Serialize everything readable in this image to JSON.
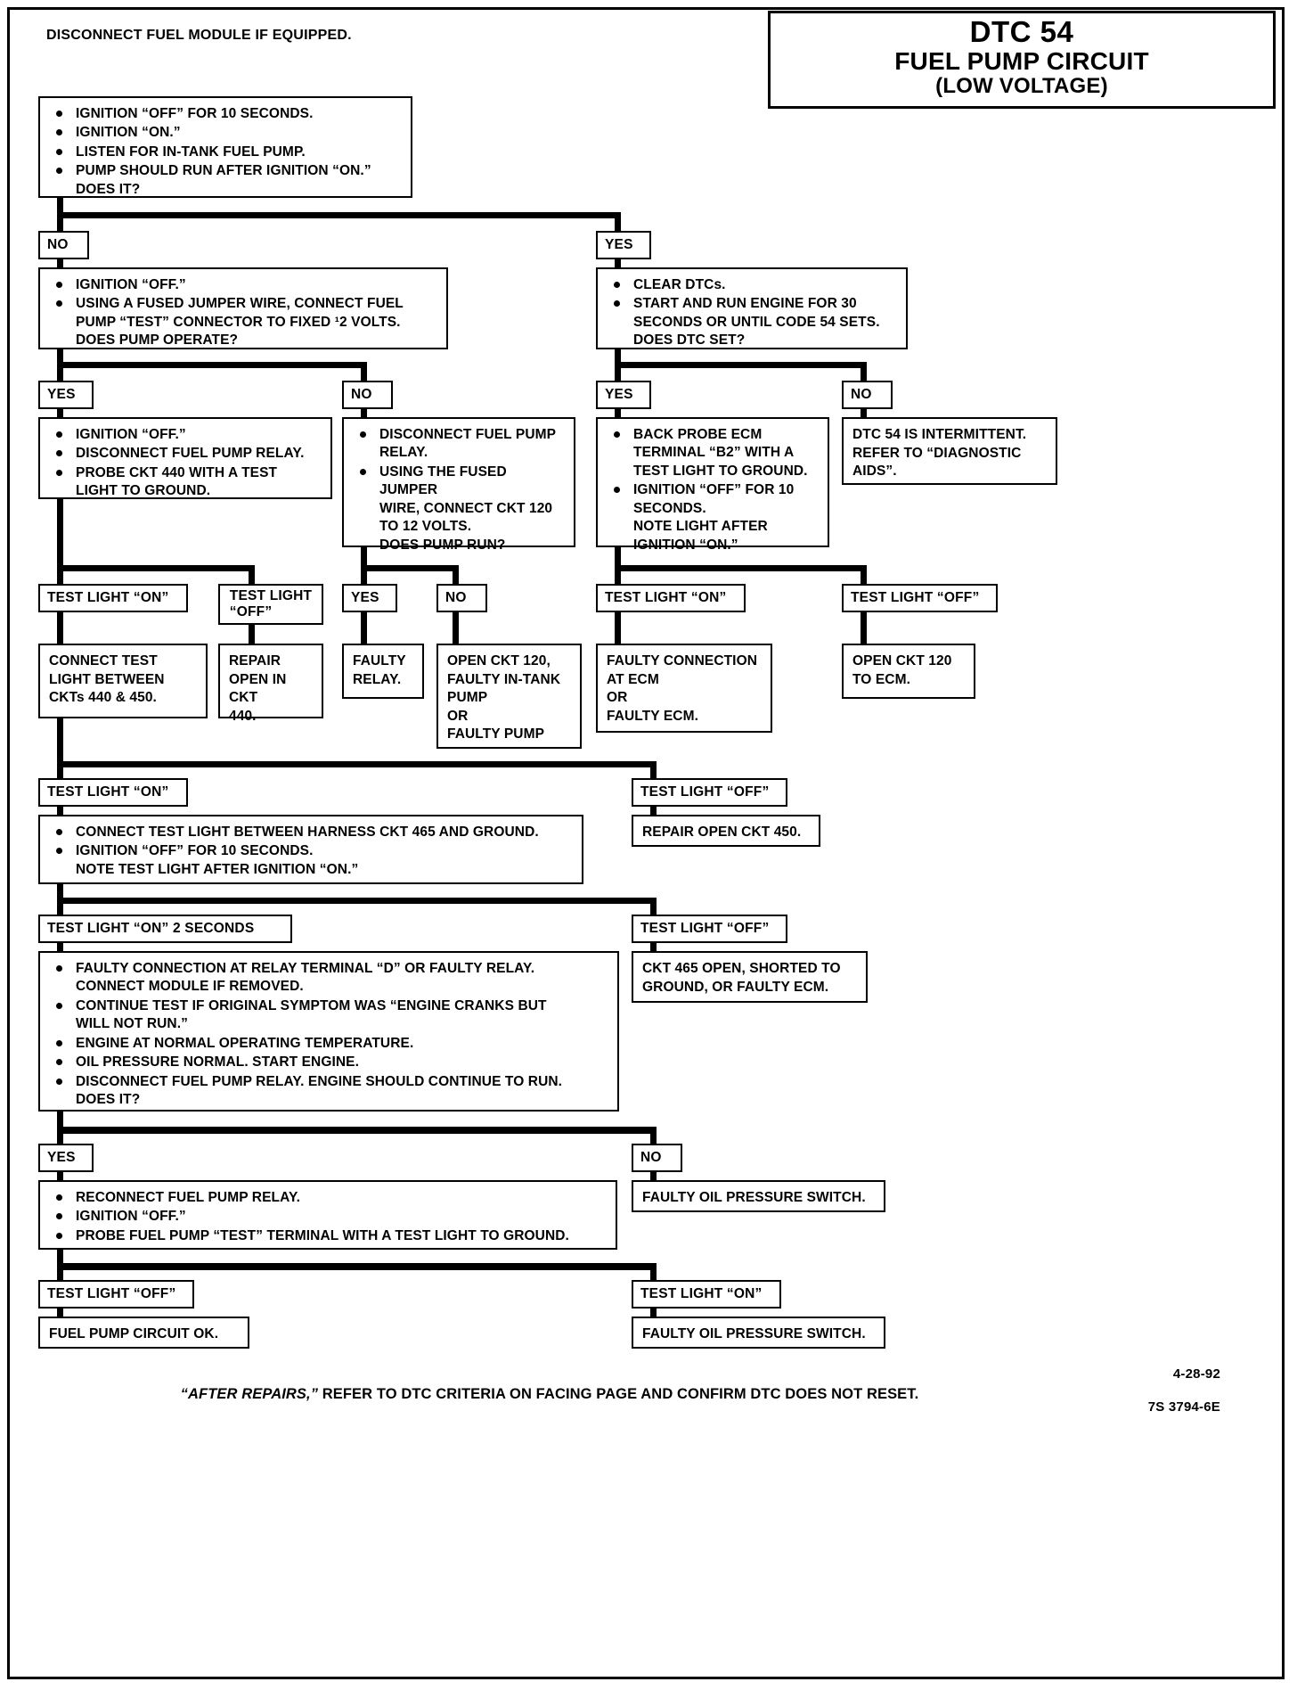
{
  "header": {
    "note": "DISCONNECT FUEL MODULE IF EQUIPPED.",
    "title_line1": "DTC 54",
    "title_line2": "FUEL PUMP CIRCUIT",
    "title_line3": "(LOW VOLTAGE)"
  },
  "footer": {
    "note_quoted": "“AFTER REPAIRS,”",
    "note_rest": " REFER TO DTC CRITERIA ON FACING PAGE AND CONFIRM DTC DOES NOT RESET.",
    "date": "4-28-92",
    "code": "7S 3794-6E"
  },
  "boxes": {
    "b1": {
      "items": [
        "IGNITION “OFF” FOR 10 SECONDS.",
        "IGNITION “ON.”",
        "LISTEN FOR IN-TANK FUEL PUMP.",
        "PUMP SHOULD RUN AFTER IGNITION “ON.”\nDOES IT?"
      ]
    },
    "b2": {
      "items": [
        "IGNITION “OFF.”",
        "USING A FUSED JUMPER WIRE, CONNECT FUEL\nPUMP “TEST” CONNECTOR TO FIXED ¹2 VOLTS.\nDOES PUMP OPERATE?"
      ]
    },
    "b3": {
      "items": [
        "CLEAR DTCs.",
        "START AND RUN ENGINE FOR 30\nSECONDS OR UNTIL CODE 54 SETS.\nDOES DTC SET?"
      ]
    },
    "b4": {
      "items": [
        "IGNITION “OFF.”",
        "DISCONNECT FUEL PUMP RELAY.",
        "PROBE CKT 440 WITH A TEST\nLIGHT TO GROUND."
      ]
    },
    "b5": {
      "items": [
        "DISCONNECT FUEL PUMP\nRELAY.",
        "USING THE FUSED JUMPER\nWIRE, CONNECT CKT 120\nTO 12 VOLTS.\nDOES PUMP RUN?"
      ]
    },
    "b6": {
      "items": [
        "BACK PROBE ECM\nTERMINAL “B2” WITH A\nTEST LIGHT TO GROUND.",
        "IGNITION “OFF” FOR 10\nSECONDS.\nNOTE LIGHT AFTER\nIGNITION “ON.”"
      ]
    },
    "b7": {
      "text": "DTC 54 IS INTERMITTENT.\nREFER TO “DIAGNOSTIC\nAIDS”."
    },
    "b8": {
      "text": "CONNECT TEST\nLIGHT BETWEEN\nCKTs 440 & 450."
    },
    "b9": {
      "text": "REPAIR\nOPEN IN CKT\n440."
    },
    "b10": {
      "text": "FAULTY\nRELAY."
    },
    "b11": {
      "text": "OPEN CKT 120,\nFAULTY IN-TANK\nPUMP\nOR\nFAULTY PUMP"
    },
    "b12": {
      "text": "FAULTY CONNECTION\nAT ECM\nOR\nFAULTY ECM."
    },
    "b13": {
      "text": "OPEN CKT 120\nTO ECM."
    },
    "b14": {
      "text": "REPAIR OPEN CKT 450."
    },
    "b15": {
      "items": [
        "CONNECT TEST LIGHT BETWEEN HARNESS CKT 465 AND GROUND.",
        "IGNITION “OFF” FOR 10 SECONDS.\nNOTE TEST LIGHT AFTER IGNITION “ON.”"
      ]
    },
    "b16": {
      "text": "CKT 465 OPEN, SHORTED TO\nGROUND, OR FAULTY ECM."
    },
    "b17": {
      "items": [
        "FAULTY CONNECTION AT RELAY TERMINAL “D” OR FAULTY RELAY.\nCONNECT MODULE IF REMOVED.",
        "CONTINUE TEST IF ORIGINAL SYMPTOM WAS “ENGINE CRANKS BUT\nWILL NOT RUN.”",
        "ENGINE AT NORMAL OPERATING TEMPERATURE.",
        "OIL PRESSURE NORMAL.  START ENGINE.",
        "DISCONNECT FUEL PUMP RELAY.  ENGINE SHOULD CONTINUE TO RUN.\nDOES IT?"
      ]
    },
    "b18": {
      "text": "FAULTY OIL PRESSURE SWITCH."
    },
    "b19": {
      "items": [
        "RECONNECT FUEL PUMP RELAY.",
        "IGNITION “OFF.”",
        "PROBE FUEL PUMP “TEST” TERMINAL WITH A TEST LIGHT TO GROUND."
      ]
    },
    "b20": {
      "text": "FUEL PUMP CIRCUIT OK."
    },
    "b21": {
      "text": "FAULTY OIL PRESSURE SWITCH."
    }
  },
  "labels": {
    "l1_no": "NO",
    "l2_yes": "YES",
    "l3_yes": "YES",
    "l4_no": "NO",
    "l5_yes": "YES",
    "l6_no": "NO",
    "l7_tl_on": "TEST LIGHT “ON”",
    "l8_tl_off": "TEST LIGHT\n“OFF”",
    "l9_yes": "YES",
    "l10_no": "NO",
    "l11_tl_on": "TEST LIGHT “ON”",
    "l12_tl_off": "TEST LIGHT “OFF”",
    "l13_tl_on": "TEST LIGHT “ON”",
    "l14_tl_off": "TEST LIGHT “OFF”",
    "l15_tl_on2": "TEST LIGHT “ON” 2 SECONDS",
    "l16_tl_off": "TEST LIGHT “OFF”",
    "l17_yes": "YES",
    "l18_no": "NO",
    "l19_tl_off": "TEST LIGHT “OFF”",
    "l20_tl_on": "TEST LIGHT “ON”"
  }
}
